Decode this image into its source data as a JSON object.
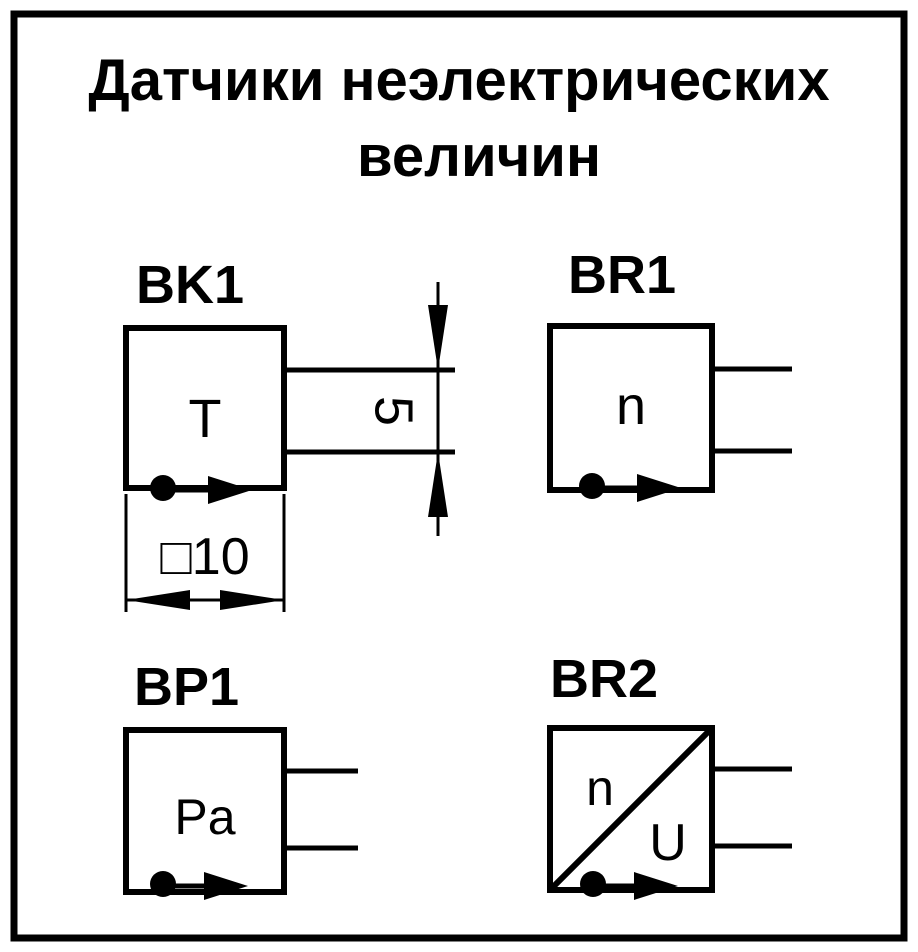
{
  "title": {
    "line1": "Датчики неэлектрических",
    "line2": "величин"
  },
  "sensors": {
    "bk1": {
      "label": "BK1",
      "symbol": "T"
    },
    "br1": {
      "label": "BR1",
      "symbol": "n"
    },
    "bp1": {
      "label": "BP1",
      "symbol": "Pa"
    },
    "br2": {
      "label": "BR2",
      "symbol_top": "n",
      "symbol_bottom": "U"
    }
  },
  "dimensions": {
    "lead_spacing": "5",
    "box_size": "□10"
  },
  "colors": {
    "ink": "#000000",
    "paper": "#ffffff"
  }
}
